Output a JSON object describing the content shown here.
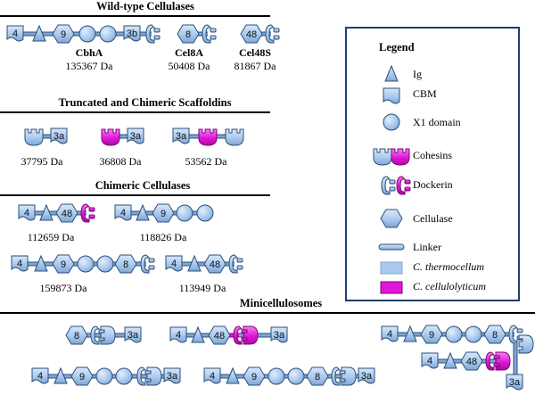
{
  "sections": {
    "wild_type": "Wild-type Cellulases",
    "truncated": "Truncated and Chimeric Scaffoldins",
    "chimeric": "Chimeric  Cellulases",
    "minicell": "Minicellulosomes"
  },
  "wild_type": {
    "cbha": {
      "name": "CbhA",
      "mass": "135367 Da"
    },
    "cel8a": {
      "name": "Cel8A",
      "mass": "50408 Da"
    },
    "cel48s": {
      "name": "Cel48S",
      "mass": "81867 Da"
    }
  },
  "truncated_masses": [
    "37795 Da",
    "36808 Da",
    "53562 Da"
  ],
  "chimeric_masses": [
    "112659 Da",
    "118826 Da",
    "159873 Da",
    "113949 Da"
  ],
  "module_labels": {
    "m4": "4",
    "m9": "9",
    "m3b": "3b",
    "m8": "8",
    "m48": "48",
    "m3a": "3a"
  },
  "legend": {
    "title": "Legend",
    "ig": "Ig",
    "cbm": "CBM",
    "x1": "X1 domain",
    "cohesins": "Cohesins",
    "dockerin": "Dockerin",
    "cellulase": "Cellulase",
    "linker": "Linker",
    "thermo": "C. thermocellum",
    "cellulo": "C. cellulolyticum"
  },
  "colors": {
    "blue": "#a9c9ee",
    "blue_dark": "#2c4f78",
    "magenta": "#e016d8",
    "magenta_dark": "#7a0577"
  }
}
